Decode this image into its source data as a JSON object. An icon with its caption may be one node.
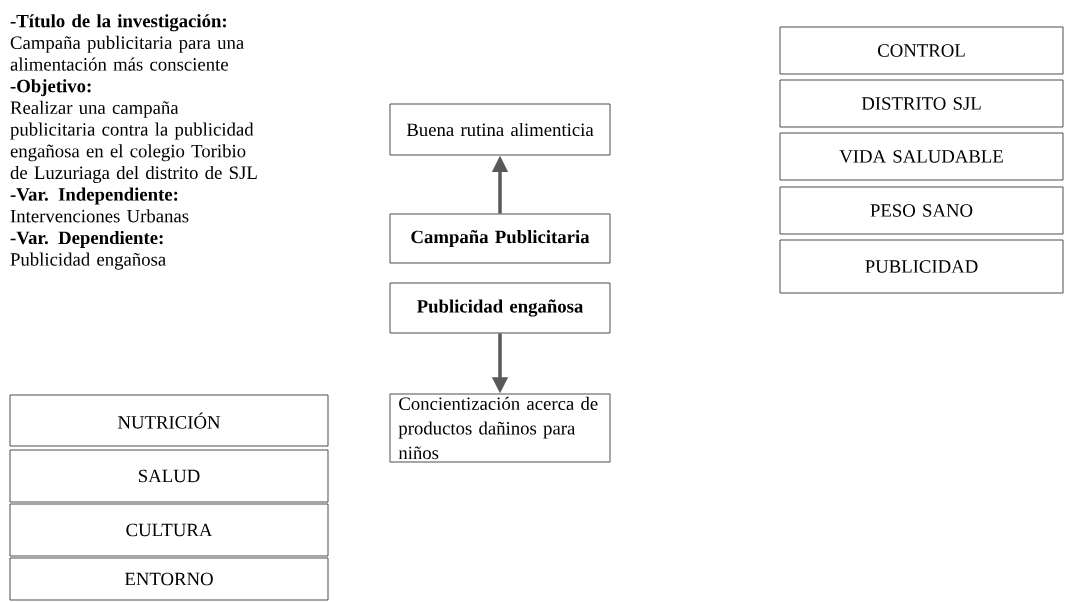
{
  "diagram": {
    "nodes": [
      {
        "text": [
          "Buena rutina alimenticia"
        ]
      },
      {
        "text": [
          "Campaña Publicitaria"
        ]
      },
      {
        "text": [
          "Publicidad engañosa"
        ]
      },
      {
        "text": [
          "Concientización acerca de productos dañinos para niños"
        ]
      },
      {
        "text": [
          "CONTROL"
        ]
      },
      {
        "text": [
          "DISTRITO SJL"
        ]
      },
      {
        "text": [
          "VIDA SALUDABLE"
        ]
      },
      {
        "text": [
          "PESO SANO"
        ]
      },
      {
        "text": [
          "PUBLICIDAD"
        ]
      },
      {
        "text": [
          "NUTRICIÓN"
        ]
      },
      {
        "text": [
          "SALUD"
        ]
      },
      {
        "text": [
          "CULTURA"
        ]
      },
      {
        "text": [
          "ENTORNO"
        ]
      }
    ],
    "edges": [
      {
        "from": 1,
        "to": 0,
        "arrow": "to"
      },
      {
        "from": 2,
        "to": 3,
        "arrow": "to"
      }
    ],
    "labels": [
      "-Título de la investigación:",
      "Campaña publicitaria para una alimentación más consciente",
      "-Objetivo:",
      "Realizar una campaña publicitaria contra la publicidad engañosa en el colegio Toribio de Luzuriaga del distrito de SJL",
      "-Var. Independiente:",
      "Intervenciones Urbanas",
      "-Var. Dependiente:",
      "Publicidad engañosa"
    ]
  }
}
